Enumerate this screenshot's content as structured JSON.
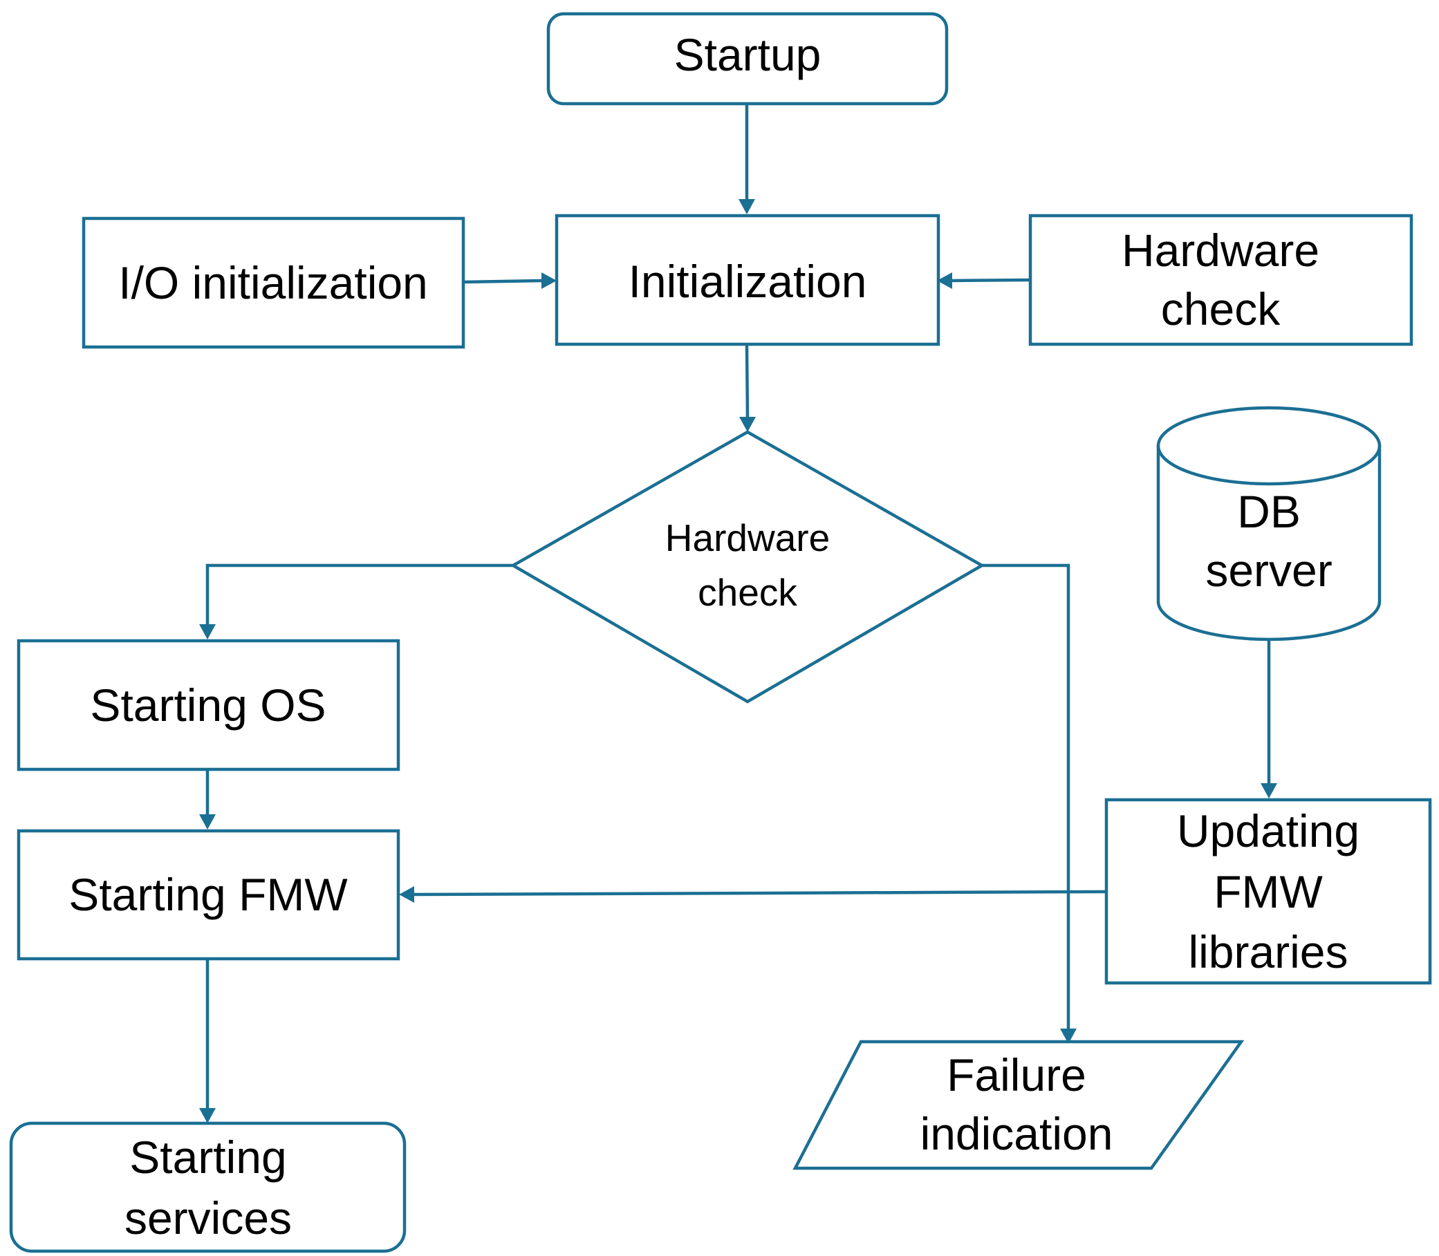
{
  "diagram": {
    "accent_color": "#1b6f93",
    "nodes": {
      "startup": {
        "shape": "rounded-rectangle",
        "lines": [
          "Startup"
        ]
      },
      "initialization": {
        "shape": "rectangle",
        "lines": [
          "Initialization"
        ]
      },
      "io_initialization": {
        "shape": "rectangle",
        "lines": [
          "I/O initialization"
        ]
      },
      "hardware_check_box": {
        "shape": "rectangle",
        "lines": [
          "Hardware",
          "check"
        ]
      },
      "hardware_check_decision": {
        "shape": "diamond",
        "lines": [
          "Hardware",
          "check"
        ]
      },
      "db_server": {
        "shape": "cylinder",
        "lines": [
          "DB",
          "server"
        ]
      },
      "starting_os": {
        "shape": "rectangle",
        "lines": [
          "Starting OS"
        ]
      },
      "starting_fmw": {
        "shape": "rectangle",
        "lines": [
          "Starting FMW"
        ]
      },
      "updating_fmw_libraries": {
        "shape": "rectangle",
        "lines": [
          "Updating",
          "FMW",
          "libraries"
        ]
      },
      "starting_services": {
        "shape": "rounded-rectangle",
        "lines": [
          "Starting",
          "services"
        ]
      },
      "failure_indication": {
        "shape": "parallelogram",
        "lines": [
          "Failure",
          "indication"
        ]
      }
    },
    "edges": [
      {
        "from": "startup",
        "to": "initialization"
      },
      {
        "from": "io_initialization",
        "to": "initialization"
      },
      {
        "from": "hardware_check_box",
        "to": "initialization"
      },
      {
        "from": "initialization",
        "to": "hardware_check_decision"
      },
      {
        "from": "hardware_check_decision",
        "to": "starting_os"
      },
      {
        "from": "hardware_check_decision",
        "to": "failure_indication"
      },
      {
        "from": "db_server",
        "to": "updating_fmw_libraries"
      },
      {
        "from": "starting_os",
        "to": "starting_fmw"
      },
      {
        "from": "updating_fmw_libraries",
        "to": "starting_fmw"
      },
      {
        "from": "starting_fmw",
        "to": "starting_services"
      }
    ]
  }
}
